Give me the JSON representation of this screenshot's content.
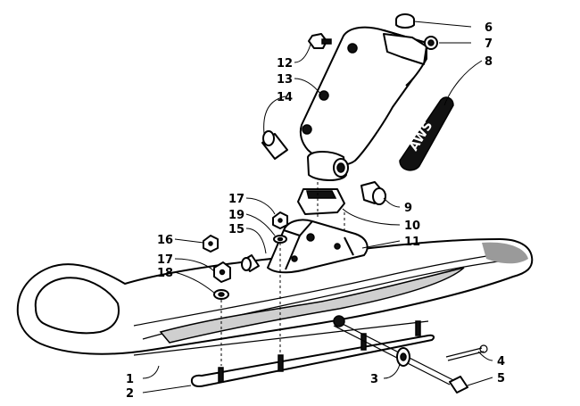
{
  "callouts": [
    {
      "id": "1",
      "label": "1"
    },
    {
      "id": "2",
      "label": "2"
    },
    {
      "id": "3",
      "label": "3"
    },
    {
      "id": "4",
      "label": "4"
    },
    {
      "id": "5",
      "label": "5"
    },
    {
      "id": "6",
      "label": "6"
    },
    {
      "id": "7",
      "label": "7"
    },
    {
      "id": "8",
      "label": "8"
    },
    {
      "id": "9",
      "label": "9"
    },
    {
      "id": "10",
      "label": "10"
    },
    {
      "id": "11",
      "label": "11"
    },
    {
      "id": "12",
      "label": "12"
    },
    {
      "id": "13",
      "label": "13"
    },
    {
      "id": "14",
      "label": "14"
    },
    {
      "id": "15",
      "label": "15"
    },
    {
      "id": "16",
      "label": "16"
    },
    {
      "id": "17a",
      "label": "17"
    },
    {
      "id": "17b",
      "label": "17"
    },
    {
      "id": "18",
      "label": "18"
    },
    {
      "id": "19",
      "label": "19"
    }
  ],
  "decal": {
    "text": "AWS"
  },
  "colors": {
    "ink": "#000000",
    "paper": "#ffffff",
    "shade": "#cfcfcf"
  }
}
